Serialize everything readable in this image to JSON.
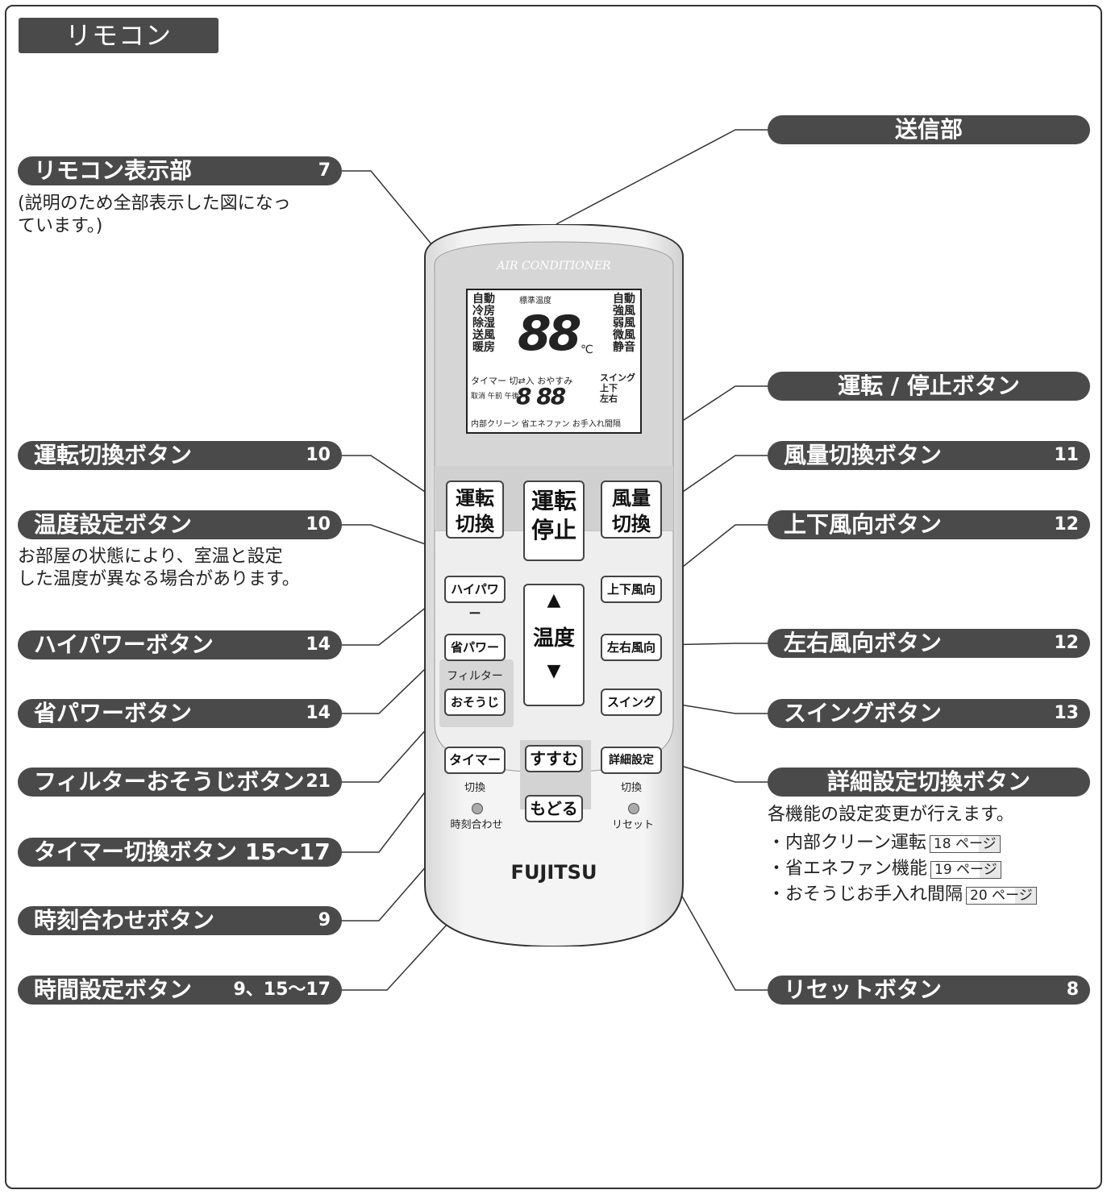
{
  "title": "リモコン",
  "callouts_left": [
    {
      "label": "リモコン表示部",
      "page": "7"
    },
    {
      "label": "運転切換ボタン",
      "page": "10"
    },
    {
      "label": "温度設定ボタン",
      "page": "10"
    },
    {
      "label": "ハイパワーボタン",
      "page": "14"
    },
    {
      "label": "省パワーボタン",
      "page": "14"
    },
    {
      "label": "フィルターおそうじボタン",
      "page": "21"
    },
    {
      "label": "タイマー切換ボタン 15～17",
      "page": ""
    },
    {
      "label": "時刻合わせボタン",
      "page": "9"
    },
    {
      "label": "時間設定ボタン",
      "page": "9、15～17"
    }
  ],
  "callouts_right": [
    {
      "label": "送信部",
      "page": ""
    },
    {
      "label": "運転 / 停止ボタン",
      "page": ""
    },
    {
      "label": "風量切換ボタン",
      "page": "11"
    },
    {
      "label": "上下風向ボタン",
      "page": "12"
    },
    {
      "label": "左右風向ボタン",
      "page": "12"
    },
    {
      "label": "スイングボタン",
      "page": "13"
    },
    {
      "label": "詳細設定切換ボタン",
      "page": ""
    },
    {
      "label": "リセットボタン",
      "page": "8"
    }
  ],
  "notes": {
    "display_note_1": "(説明のため全部表示した図になっ",
    "display_note_2": "ています。)",
    "temp_note_1": "お部屋の状態により、室温と設定",
    "temp_note_2": "した温度が異なる場合があります。",
    "detail_note": "各機能の設定変更が行えます。"
  },
  "detail_items": [
    {
      "text": "・内部クリーン運転",
      "ref": "18 ページ"
    },
    {
      "text": "・省エネファン機能",
      "ref": "19 ページ"
    },
    {
      "text": "・おそうじお手入れ間隔",
      "ref": "20 ページ"
    }
  ],
  "remote": {
    "brand_line": "AIR CONDITIONER",
    "logo": "FUJITSU",
    "lcd": {
      "modes": [
        "自動",
        "冷房",
        "除湿",
        "送風",
        "暖房"
      ],
      "fans": [
        "自動",
        "強風",
        "弱風",
        "微風",
        "静音"
      ],
      "std_temp": "標準温度",
      "digits": "88",
      "unit": "℃",
      "timer_row": "タイマー 切⇄入 おやすみ",
      "cancel": "取消 午前 午後",
      "small_digits": "8 88",
      "swing": [
        "スイング",
        "上下",
        "左右"
      ],
      "bottom": "内部クリーン 省エネファン お手入れ間隔"
    },
    "buttons": {
      "mode_1": "運転",
      "mode_2": "切換",
      "power_1": "運転",
      "power_2": "停止",
      "fan_1": "風量",
      "fan_2": "切換",
      "high_power": "ハイパワー",
      "eco_power": "省パワー",
      "filter_caption": "フィルター",
      "filter": "おそうじ",
      "temp_label": "温度",
      "updown": "上下風向",
      "leftright": "左右風向",
      "swing": "スイング",
      "timer": "タイマー",
      "timer_sub": "切換",
      "advance": "すすむ",
      "back": "もどる",
      "detail": "詳細設定",
      "detail_sub": "切換",
      "clock": "時刻合わせ",
      "reset": "リセット"
    }
  }
}
